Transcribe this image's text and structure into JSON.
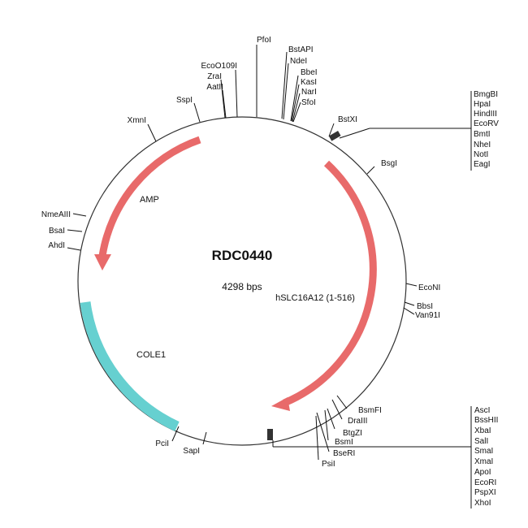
{
  "plasmid": {
    "name": "RDC0440",
    "size_label": "4298 bps",
    "insert_label": "hSLC16A12 (1-516)"
  },
  "colors": {
    "backbone": "#333333",
    "amp_arrow": "#e86a6a",
    "insert_arrow": "#e86a6a",
    "cole1": "#66d0d0"
  },
  "features": {
    "amp": "AMP",
    "cole1": "COLE1"
  },
  "sites": {
    "pfoi": "PfoI",
    "bstapi": "BstAPI",
    "ndei": "NdeI",
    "bbei": "BbeI",
    "kasi": "KasI",
    "nari": "NarI",
    "sfoi": "SfoI",
    "ecoo109i": "EcoO109I",
    "zrai": "ZraI",
    "aatii": "AatII",
    "sspi": "SspI",
    "xmni": "XmnI",
    "bstxi": "BstXI",
    "bsgi": "BsgI",
    "nmeaiii": "NmeAIII",
    "bsai": "BsaI",
    "ahdi": "AhdI",
    "econi": "EcoNI",
    "bbsi": "BbsI",
    "van91i": "Van91I",
    "bsmfi": "BsmFI",
    "draiii": "DraIII",
    "btgzi": "BtgZI",
    "bsmi": "BsmI",
    "bseri": "BseRI",
    "psii": "PsiI",
    "pcii": "PciI",
    "sapi": "SapI"
  },
  "mcs_top": [
    "BmgBI",
    "HpaI",
    "HindIII",
    "EcoRV",
    "BmtI",
    "NheI",
    "NotI",
    "EagI"
  ],
  "mcs_bottom": [
    "AscI",
    "BssHII",
    "XbaI",
    "SalI",
    "SmaI",
    "XmaI",
    "ApoI",
    "EcoRI",
    "PspXI",
    "XhoI"
  ]
}
